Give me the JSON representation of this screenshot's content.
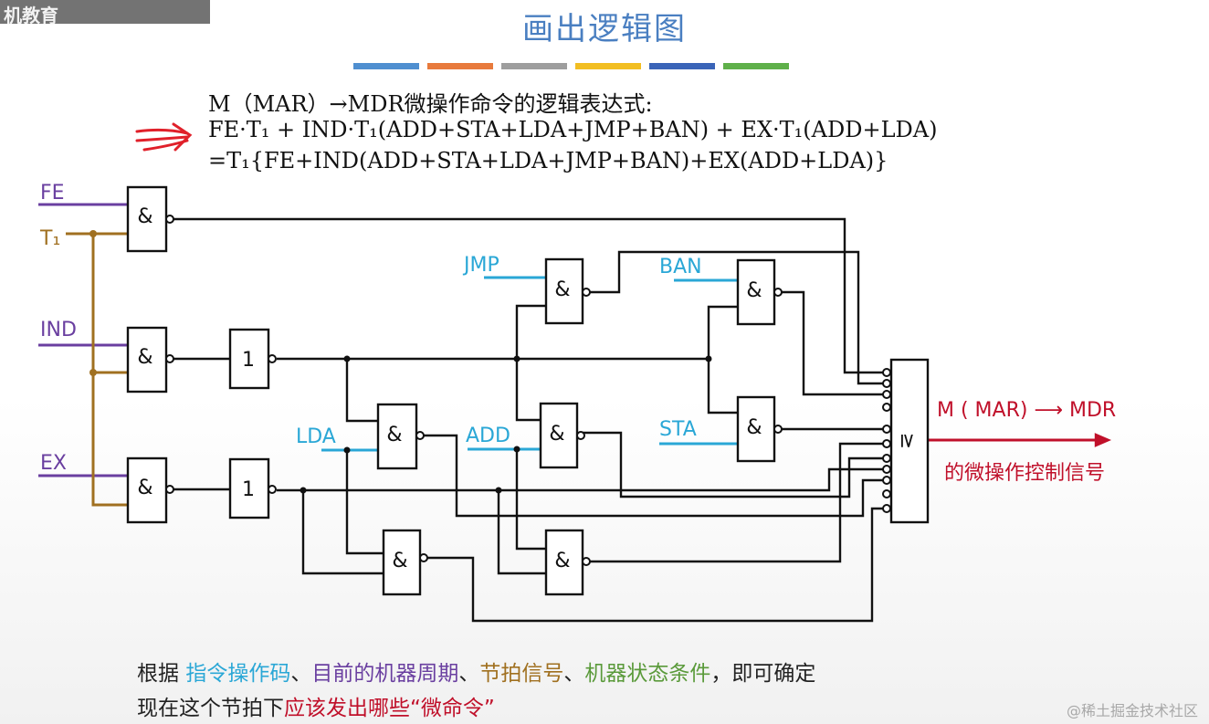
{
  "header": {
    "brand": "机教育",
    "title": "画出逻辑图",
    "bar_colors": [
      "#4f8fd0",
      "#e87a3c",
      "#9e9e9e",
      "#f2be22",
      "#3a64b8",
      "#5fb04a"
    ]
  },
  "expression": {
    "line1": "M（MAR）→MDR微操作命令的逻辑表达式:",
    "line2": "FE·T₁ + IND·T₁(ADD+STA+LDA+JMP+BAN) + EX·T₁(ADD+LDA)",
    "line3": "=T₁{FE+IND(ADD+STA+LDA+JMP+BAN)+EX(ADD+LDA)}"
  },
  "signals": {
    "fe": "FE",
    "t1": "T₁",
    "ind": "IND",
    "ex": "EX",
    "jmp": "JMP",
    "ban": "BAN",
    "lda": "LDA",
    "add": "ADD",
    "sta": "STA"
  },
  "gates": {
    "and_symbol": "&",
    "not_symbol": "1",
    "or_symbol": "≥"
  },
  "output": {
    "signal": "M ( MAR)  ⟶  MDR",
    "caption": "的微操作控制信号"
  },
  "colors": {
    "purple": "#6a3fa0",
    "brown": "#a07020",
    "blue": "#2aa7d6",
    "red": "#c0102a",
    "black": "#111111"
  },
  "bottom": {
    "p1": "根据 ",
    "h1": "指令操作码",
    "s1": "、",
    "h2": "目前的机器周期",
    "s2": "、",
    "h3": "节拍信号",
    "s3": "、",
    "h4": "机器状态条件",
    "p2": "，即可确定",
    "p3": "现在这个节拍下",
    "h5": "应该发出哪些“微命令”"
  },
  "watermark": "@稀土掘金技术社区"
}
